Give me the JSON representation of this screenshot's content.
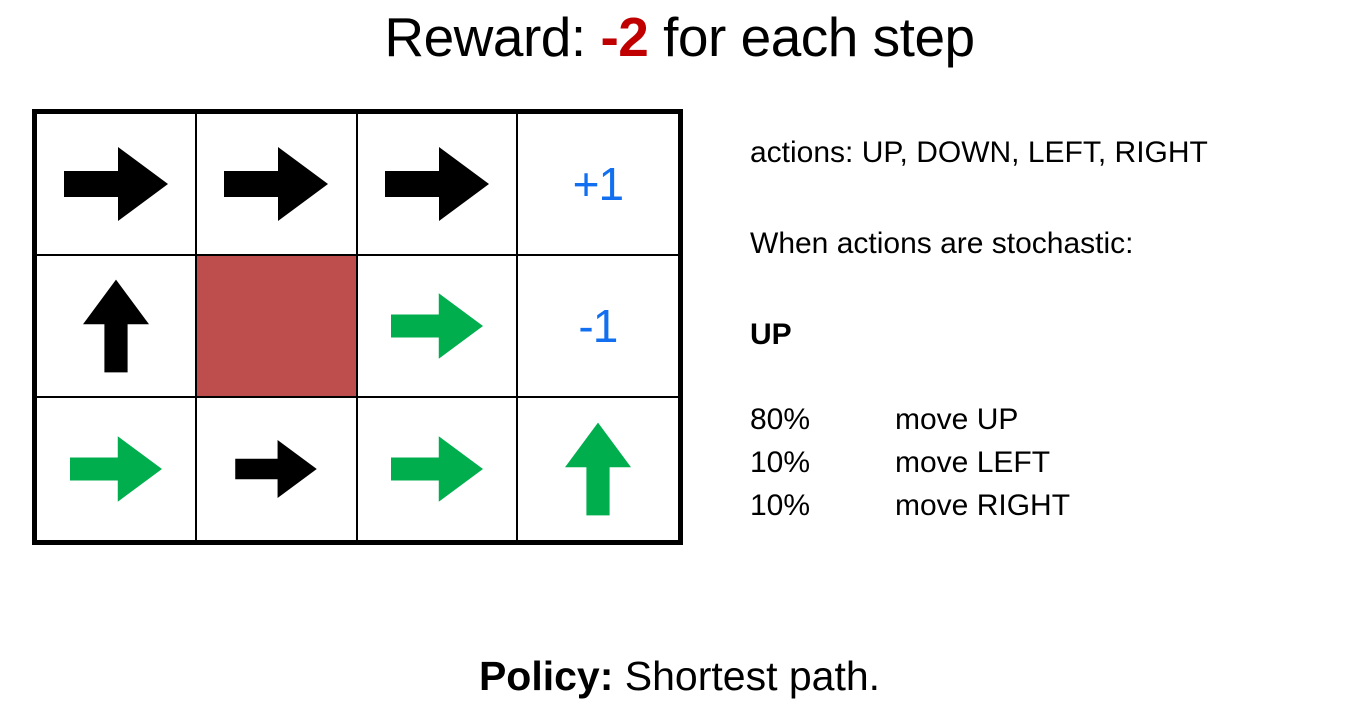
{
  "title": {
    "prefix": "Reward: ",
    "accent": "-2",
    "suffix": " for each step",
    "accent_color": "#C00000"
  },
  "grid": {
    "rows": 3,
    "cols": 4,
    "blocked_color": "#BE4D4D",
    "arrow_colors": {
      "black": "#000000",
      "green": "#00AE4D"
    },
    "terminal_color": "#1270F0",
    "cells": [
      {
        "row": 0,
        "col": 0,
        "type": "arrow",
        "direction": "right",
        "color": "#000000",
        "size": "big",
        "name": "cell-r0c0-arrow-right-black"
      },
      {
        "row": 0,
        "col": 1,
        "type": "arrow",
        "direction": "right",
        "color": "#000000",
        "size": "big",
        "name": "cell-r0c1-arrow-right-black"
      },
      {
        "row": 0,
        "col": 2,
        "type": "arrow",
        "direction": "right",
        "color": "#000000",
        "size": "big",
        "name": "cell-r0c2-arrow-right-black"
      },
      {
        "row": 0,
        "col": 3,
        "type": "terminal",
        "label": "+1",
        "name": "cell-r0c3-terminal-positive"
      },
      {
        "row": 1,
        "col": 0,
        "type": "arrow",
        "direction": "up",
        "color": "#000000",
        "size": "mid",
        "name": "cell-r1c0-arrow-up-black"
      },
      {
        "row": 1,
        "col": 1,
        "type": "blocked",
        "label": "",
        "name": "cell-r1c1-blocked"
      },
      {
        "row": 1,
        "col": 2,
        "type": "arrow",
        "direction": "right",
        "color": "#00AE4D",
        "size": "mid",
        "name": "cell-r1c2-arrow-right-green"
      },
      {
        "row": 1,
        "col": 3,
        "type": "terminal",
        "label": "-1",
        "name": "cell-r1c3-terminal-negative"
      },
      {
        "row": 2,
        "col": 0,
        "type": "arrow",
        "direction": "right",
        "color": "#00AE4D",
        "size": "mid",
        "name": "cell-r2c0-arrow-right-green"
      },
      {
        "row": 2,
        "col": 1,
        "type": "arrow",
        "direction": "right",
        "color": "#000000",
        "size": "sm",
        "name": "cell-r2c1-arrow-right-black"
      },
      {
        "row": 2,
        "col": 2,
        "type": "arrow",
        "direction": "right",
        "color": "#00AE4D",
        "size": "mid",
        "name": "cell-r2c2-arrow-right-green"
      },
      {
        "row": 2,
        "col": 3,
        "type": "arrow",
        "direction": "up",
        "color": "#00AE4D",
        "size": "mid",
        "name": "cell-r2c3-arrow-up-green"
      }
    ]
  },
  "side_panel": {
    "actions_line": "actions: UP, DOWN, LEFT, RIGHT",
    "stochastic_line": "When actions are stochastic:",
    "selected_action": "UP",
    "probabilities": [
      {
        "percent": "80%",
        "outcome": "move UP"
      },
      {
        "percent": "10%",
        "outcome": "move LEFT"
      },
      {
        "percent": "10%",
        "outcome": "move RIGHT"
      }
    ]
  },
  "caption": {
    "strong": "Policy:",
    "rest": " Shortest path."
  }
}
